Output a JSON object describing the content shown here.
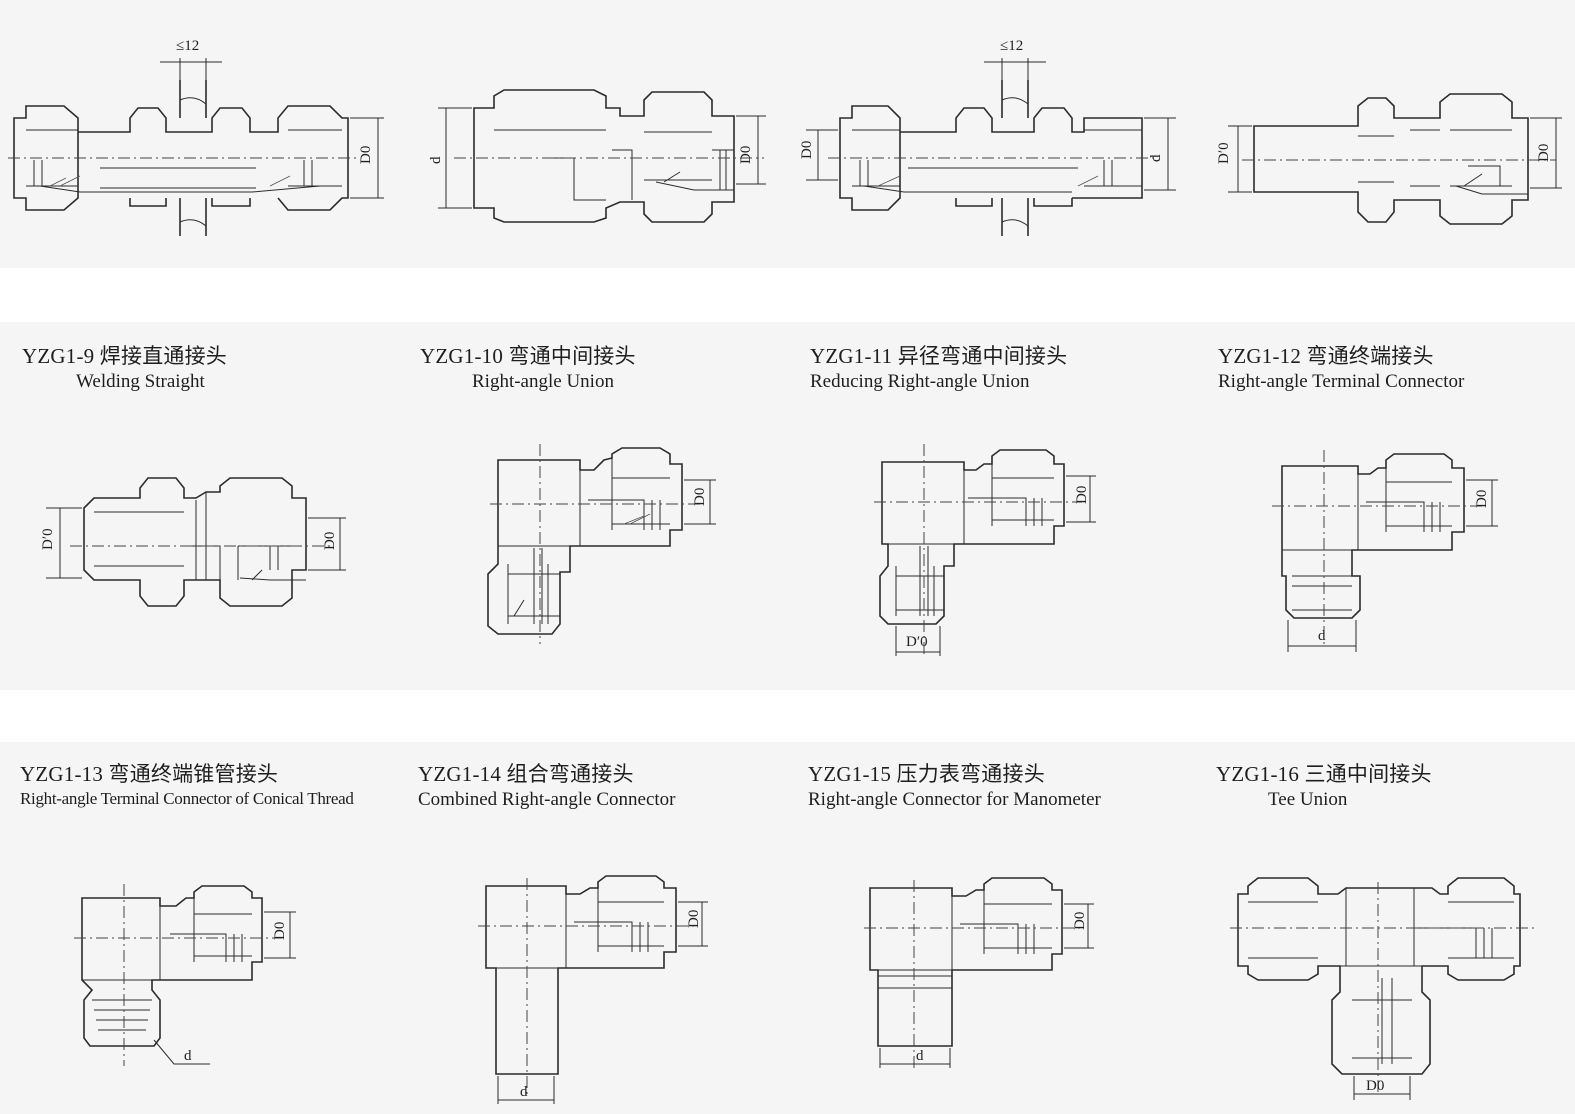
{
  "colors": {
    "line": "#2b2b2b",
    "band": "#f5f5f5",
    "text": "#1e1e1e"
  },
  "top_row": {
    "drawings": [
      {
        "name": "top-drawing-1",
        "dims": [
          "≤12",
          "D0"
        ]
      },
      {
        "name": "top-drawing-2",
        "dims": [
          "d",
          "D0"
        ]
      },
      {
        "name": "top-drawing-3",
        "dims": [
          "≤12",
          "D0",
          "d"
        ]
      },
      {
        "name": "top-drawing-4",
        "dims": [
          "D′0",
          "D0"
        ]
      }
    ]
  },
  "items": [
    {
      "code": "YZG1-9 焊接直通接头",
      "en": "Welding Straight",
      "dims": [
        "D′0",
        "D0"
      ]
    },
    {
      "code": "YZG1-10 弯通中间接头",
      "en": "Right-angle Union",
      "dims": [
        "D0"
      ]
    },
    {
      "code": "YZG1-11 异径弯通中间接头",
      "en": "Reducing Right-angle Union",
      "dims": [
        "D0",
        "D′0"
      ]
    },
    {
      "code": "YZG1-12 弯通终端接头",
      "en": "Right-angle Terminal Connector",
      "dims": [
        "D0",
        "d"
      ]
    },
    {
      "code": "YZG1-13 弯通终端锥管接头",
      "en": "Right-angle Terminal Connector of Conical Thread",
      "dims": [
        "D0",
        "d"
      ]
    },
    {
      "code": "YZG1-14 组合弯通接头",
      "en": "Combined Right-angle Connector",
      "dims": [
        "D0",
        "d"
      ]
    },
    {
      "code": "YZG1-15 压力表弯通接头",
      "en": "Right-angle Connector for Manometer",
      "dims": [
        "D0",
        "d"
      ]
    },
    {
      "code": "YZG1-16 三通中间接头",
      "en": "Tee Union",
      "dims": [
        "D0"
      ]
    }
  ]
}
